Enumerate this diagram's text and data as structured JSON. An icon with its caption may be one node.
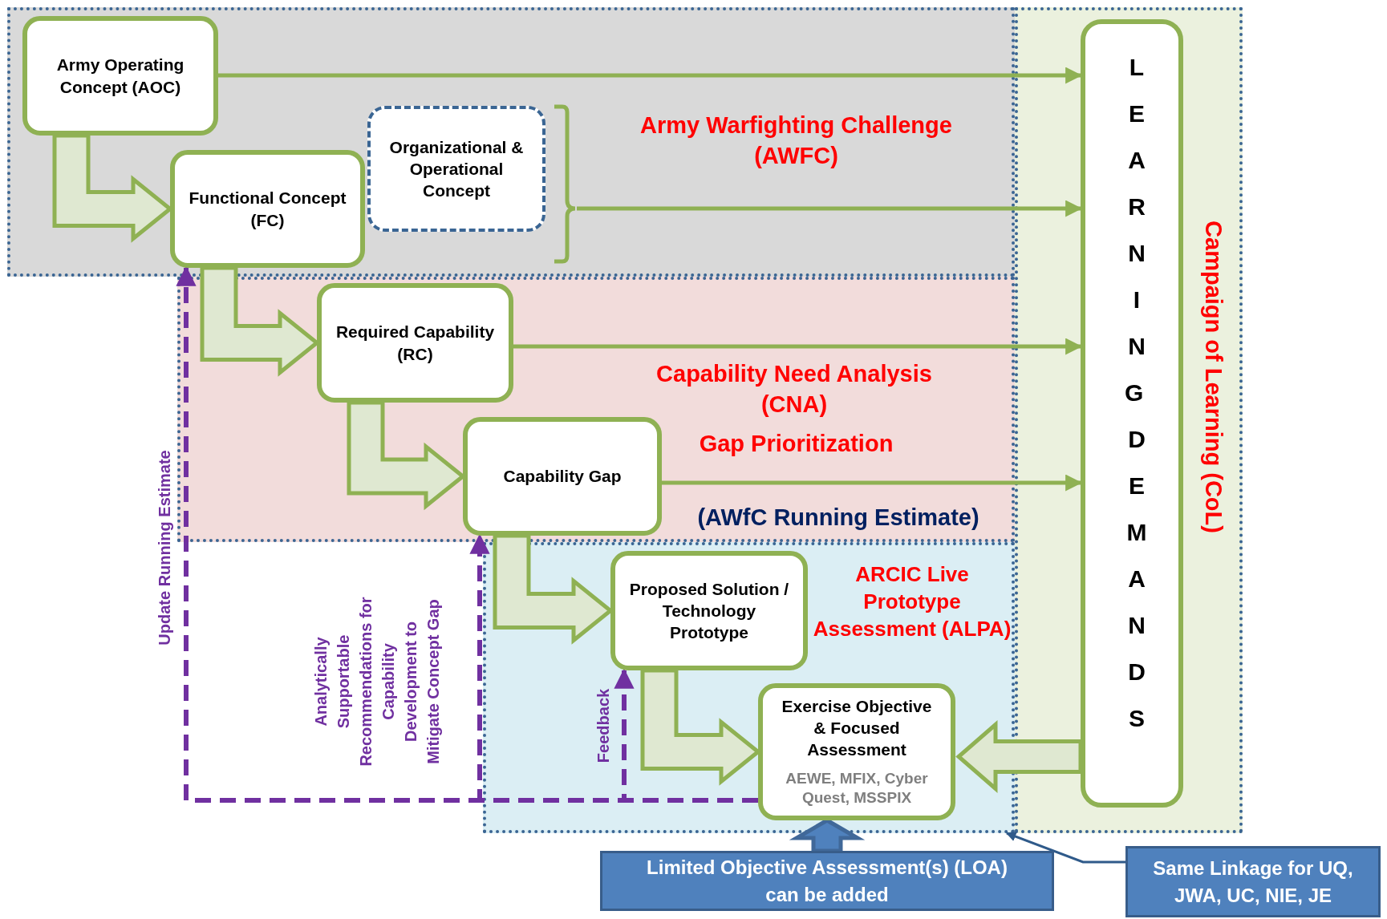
{
  "diagram": {
    "nodes": [
      {
        "text": [
          "Army Warfighting Challenge (AWFC)"
        ]
      },
      {
        "text": [
          "Army Operating Concept (AOC)"
        ],
        "in": 0
      },
      {
        "text": [
          "Functional Concept (FC)"
        ],
        "in": 0
      },
      {
        "text": [
          "Organizational & Operational Concept"
        ],
        "in": 0
      },
      {
        "text": [],
        "shape": "bracket",
        "in": 0
      },
      {
        "text": [
          "Campaign of Learning (CoL)"
        ]
      },
      {
        "text": [
          "LEARNING DEMANDS"
        ],
        "in": 5
      },
      {
        "text": [
          "Capability Need Analysis (CNA)",
          "Gap Prioritization",
          "(AWfC Running Estimate)"
        ]
      },
      {
        "text": [
          "Required Capability (RC)"
        ],
        "in": 7
      },
      {
        "text": [
          "Capability Gap"
        ],
        "in": 7
      },
      {
        "text": [
          "ARCIC Live Prototype Assessment (ALPA)"
        ]
      },
      {
        "text": [
          "Proposed Solution / Technology Prototype"
        ],
        "in": 10
      },
      {
        "text": [
          "Exercise Objective & Focused Assessment",
          "AEWE, MFIX, Cyber Quest, MSSPIX"
        ],
        "in": 10
      },
      {
        "text": [
          "Limited Objective Assessment(s) (LOA) can be added"
        ]
      },
      {
        "text": [
          "Same Linkage for UQ, JWA, UC, NIE, JE"
        ]
      }
    ],
    "edges": [
      {
        "from": 1,
        "to": 2,
        "arrow": "to",
        "style": "thick"
      },
      {
        "from": 1,
        "to": 6,
        "arrow": "to"
      },
      {
        "from": 4,
        "to": 6,
        "arrow": "to"
      },
      {
        "from": 2,
        "to": 8,
        "arrow": "to",
        "style": "thick"
      },
      {
        "from": 8,
        "to": 6,
        "arrow": "to"
      },
      {
        "from": 8,
        "to": 9,
        "arrow": "to",
        "style": "thick"
      },
      {
        "from": 9,
        "to": 6,
        "arrow": "to"
      },
      {
        "from": 9,
        "to": 11,
        "arrow": "to",
        "style": "thick"
      },
      {
        "from": 11,
        "to": 12,
        "arrow": "to",
        "style": "thick"
      },
      {
        "from": 6,
        "to": 12,
        "arrow": "to",
        "style": "thick"
      },
      {
        "from": 12,
        "to": 11,
        "arrow": "to",
        "style": "dashed",
        "color": "#7030a0",
        "label": "Feedback"
      },
      {
        "from": 12,
        "to": 9,
        "arrow": "to",
        "style": "dashed",
        "color": "#7030a0",
        "label": "Analytically Supportable Recommendations for Capability Development to Mitigate Concept Gap"
      },
      {
        "from": 12,
        "to": 2,
        "arrow": "to",
        "style": "dashed",
        "color": "#7030a0",
        "label": "Update Running Estimate"
      },
      {
        "from": 13,
        "to": 12,
        "arrow": "to",
        "style": "thick",
        "color": "#4f81bd"
      },
      {
        "from": 14,
        "to": 10,
        "arrow": "to",
        "color": "#2f5a8a"
      }
    ]
  }
}
